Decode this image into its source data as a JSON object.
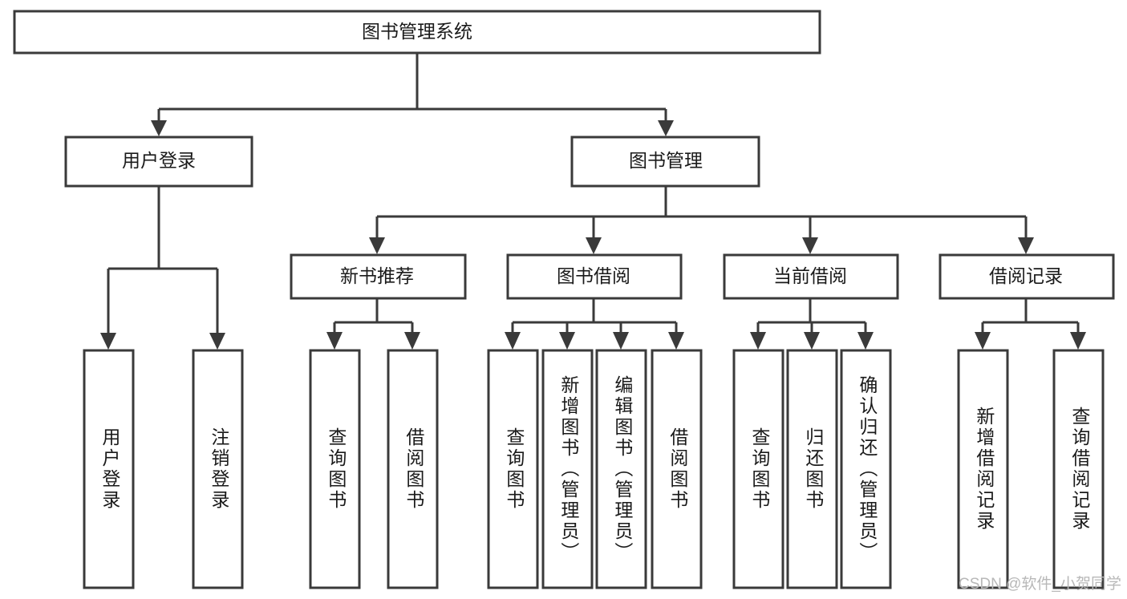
{
  "diagram": {
    "type": "tree-hierarchy",
    "title": "图书管理系统",
    "root": {
      "id": "root",
      "label": "图书管理系统",
      "orientation": "horizontal"
    },
    "level1": [
      {
        "id": "user-login",
        "label": "用户登录",
        "orientation": "horizontal"
      },
      {
        "id": "book-manage",
        "label": "图书管理",
        "orientation": "horizontal"
      }
    ],
    "level2": [
      {
        "id": "new-book-recommend",
        "label": "新书推荐",
        "parent": "book-manage",
        "orientation": "horizontal"
      },
      {
        "id": "book-borrow",
        "label": "图书借阅",
        "parent": "book-manage",
        "orientation": "horizontal"
      },
      {
        "id": "current-borrow",
        "label": "当前借阅",
        "parent": "book-manage",
        "orientation": "horizontal"
      },
      {
        "id": "borrow-record",
        "label": "借阅记录",
        "parent": "book-manage",
        "orientation": "horizontal"
      }
    ],
    "leaves": [
      {
        "id": "leaf-user-login",
        "label": "用户登录",
        "parent": "user-login",
        "orientation": "vertical"
      },
      {
        "id": "leaf-user-logout",
        "label": "注销登录",
        "parent": "user-login",
        "orientation": "vertical"
      },
      {
        "id": "leaf-query-book-1",
        "label": "查询图书",
        "parent": "new-book-recommend",
        "orientation": "vertical"
      },
      {
        "id": "leaf-borrow-book-1",
        "label": "借阅图书",
        "parent": "new-book-recommend",
        "orientation": "vertical"
      },
      {
        "id": "leaf-query-book-2",
        "label": "查询图书",
        "parent": "book-borrow",
        "orientation": "vertical"
      },
      {
        "id": "leaf-add-book",
        "label": "新增图书（管理员）",
        "parent": "book-borrow",
        "orientation": "vertical"
      },
      {
        "id": "leaf-edit-book",
        "label": "编辑图书（管理员）",
        "parent": "book-borrow",
        "orientation": "vertical"
      },
      {
        "id": "leaf-borrow-book-2",
        "label": "借阅图书",
        "parent": "book-borrow",
        "orientation": "vertical"
      },
      {
        "id": "leaf-query-book-3",
        "label": "查询图书",
        "parent": "current-borrow",
        "orientation": "vertical"
      },
      {
        "id": "leaf-return-book",
        "label": "归还图书",
        "parent": "current-borrow",
        "orientation": "vertical"
      },
      {
        "id": "leaf-confirm-return",
        "label": "确认归还（管理员）",
        "parent": "current-borrow",
        "orientation": "vertical"
      },
      {
        "id": "leaf-add-record",
        "label": "新增借阅记录",
        "parent": "borrow-record",
        "orientation": "vertical"
      },
      {
        "id": "leaf-query-record",
        "label": "查询借阅记录",
        "parent": "borrow-record",
        "orientation": "vertical"
      }
    ]
  },
  "style": {
    "box_fill": "#ffffff",
    "box_stroke": "#3a3a3a",
    "text_color": "#1a1a1a",
    "watermark_color": "#b8b8b8",
    "background": "#ffffff"
  },
  "watermark": {
    "text": "CSDN @软件_小贺同学"
  }
}
